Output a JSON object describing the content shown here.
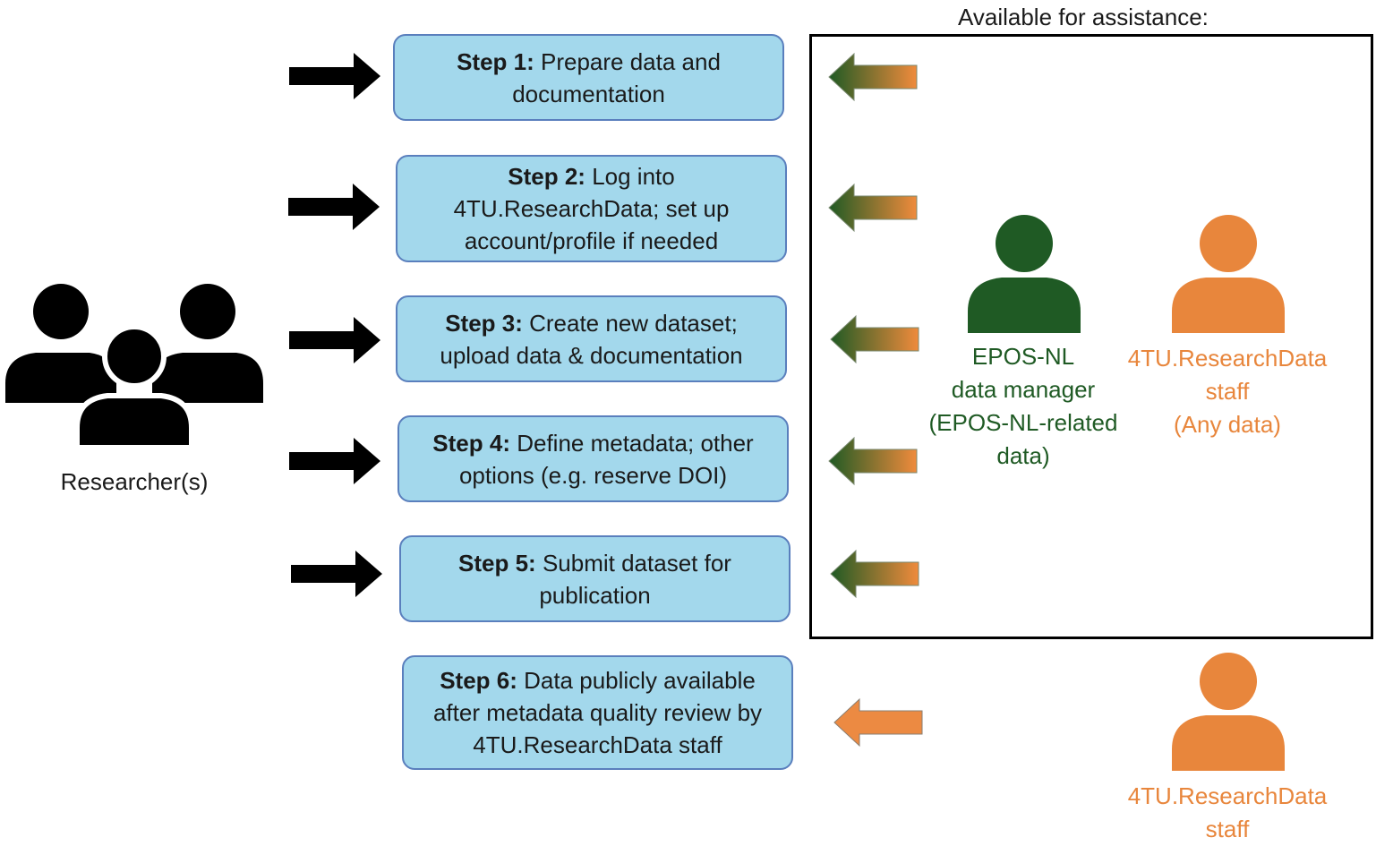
{
  "researchers": {
    "label": "Researcher(s)"
  },
  "steps": [
    {
      "bold": "Step 1:",
      "text": " Prepare data and documentation"
    },
    {
      "bold": "Step 2:",
      "text": " Log into 4TU.ResearchData; set up account/profile if needed"
    },
    {
      "bold": "Step 3:",
      "text": " Create new dataset; upload data & documentation"
    },
    {
      "bold": "Step 4:",
      "text": " Define metadata; other options (e.g. reserve DOI)"
    },
    {
      "bold": "Step 5:",
      "text": " Submit dataset for publication"
    },
    {
      "bold": "Step 6:",
      "text": " Data publicly available after metadata quality review by 4TU.ResearchData staff"
    }
  ],
  "assistance": {
    "title": "Available for assistance:",
    "epos": {
      "line1": "EPOS-NL",
      "line2": "data manager",
      "line3": "(EPOS-NL-related",
      "line4": "data)"
    },
    "tu": {
      "line1": "4TU.ResearchData",
      "line2": "staff",
      "line3": "(Any data)"
    }
  },
  "review_staff": {
    "line1": "4TU.ResearchData",
    "line2": "staff"
  },
  "colors": {
    "step_fill": "#a3d8ec",
    "step_border": "#5a7fbd",
    "green": "#1f5a24",
    "orange": "#e8863c"
  },
  "icons": [
    "researchers-group-icon",
    "arrow-right-icon",
    "arrow-left-gradient-icon",
    "arrow-left-orange-icon",
    "person-green-icon",
    "person-orange-icon"
  ]
}
